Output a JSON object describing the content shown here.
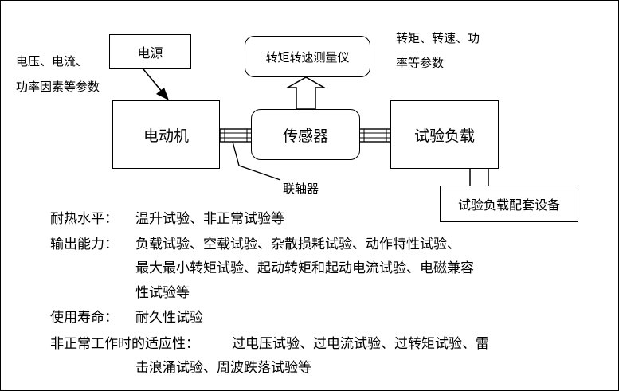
{
  "nodes": {
    "power_source": "电源",
    "motor": "电动机",
    "sensor": "传感器",
    "load": "试验负载",
    "meter": "转矩转速测量仪",
    "load_support": "试验负载配套设备",
    "coupling": "联轴器"
  },
  "annotations": {
    "power_params": [
      "电压、电流、",
      "功率因素等参数"
    ],
    "torque_params": [
      "转矩、转速、功",
      "率等参数"
    ]
  },
  "tests": [
    {
      "label": "耐热水平：",
      "lines": [
        "温升试验、非正常试验等"
      ]
    },
    {
      "label": "输出能力：",
      "lines": [
        "负载试验、空载试验、杂散损耗试验、动作特性试验、",
        "最大最小转矩试验、起动转矩和起动电流试验、电磁兼容",
        "性试验等"
      ]
    },
    {
      "label": "使用寿命：",
      "lines": [
        "耐久性试验"
      ]
    },
    {
      "label": "非正常工作时的适应性：",
      "lines": [
        "过电压试验、过电流试验、过转矩试验、雷",
        "击浪涌试验、周波跌落试验等"
      ]
    }
  ]
}
